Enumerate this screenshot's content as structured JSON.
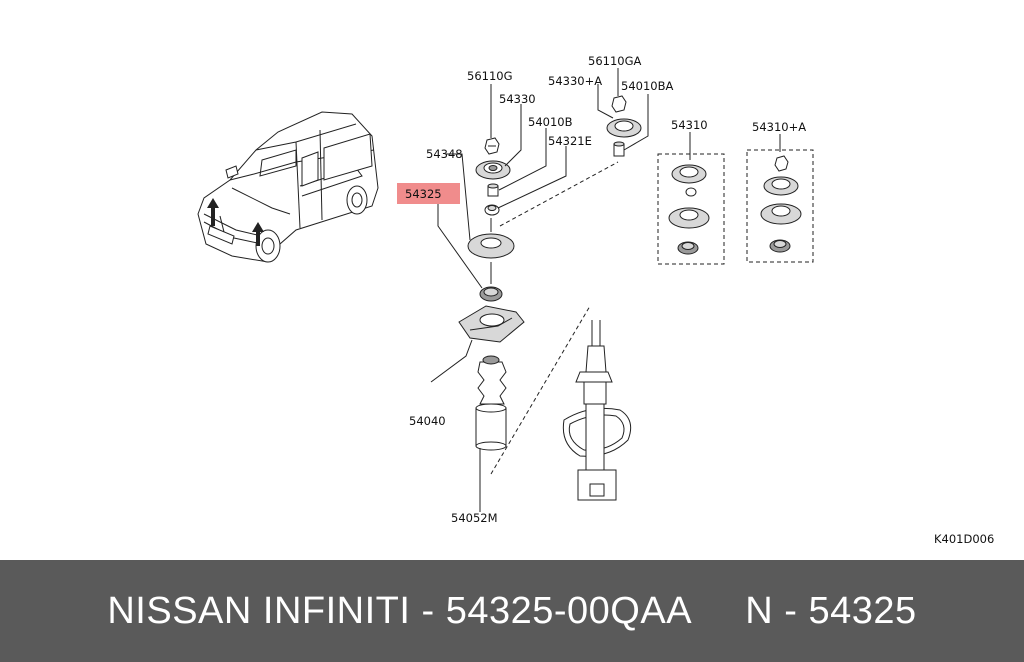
{
  "diagram": {
    "highlight_color": "#f08c8c",
    "labels": {
      "p56110G": "56110G",
      "p54330": "54330",
      "p54010B": "54010B",
      "p54321E": "54321E",
      "p54348": "54348",
      "p54325": "54325",
      "p56110GA": "56110GA",
      "p54330A": "54330+A",
      "p54010BA": "54010BA",
      "p54310": "54310",
      "p54310A": "54310+A",
      "p54040": "54040",
      "p54052M": "54052M",
      "diagram_code": "K401D006"
    }
  },
  "footer": {
    "text": "NISSAN INFINITI - 54325-00QAA     N - 54325"
  }
}
